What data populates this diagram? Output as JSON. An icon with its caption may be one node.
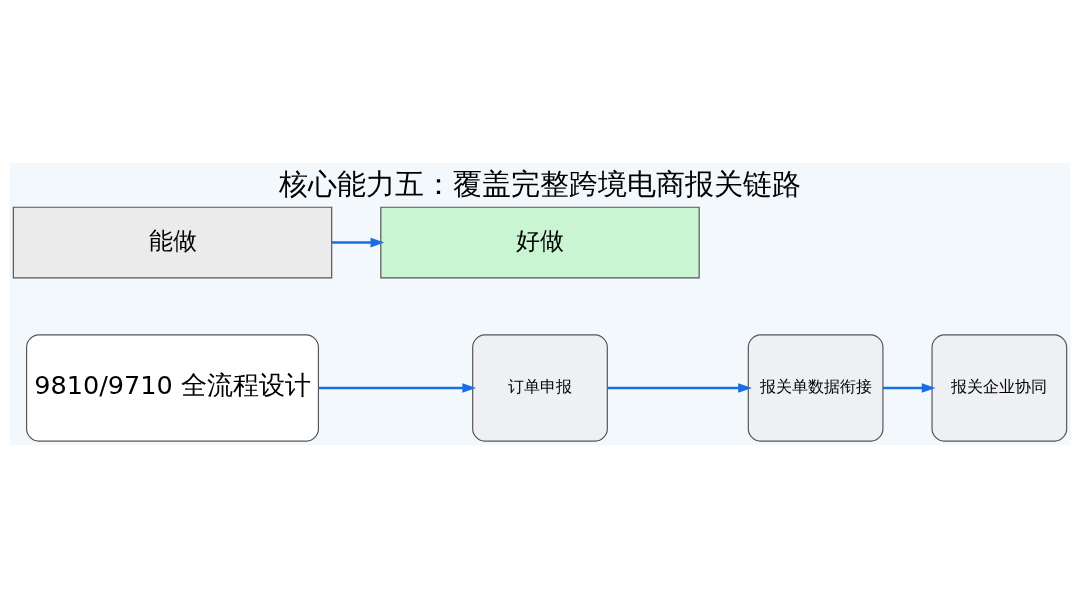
{
  "diagram": {
    "title": "核心能力五：覆盖完整跨境电商报关链路",
    "nodes": [
      {
        "text": [
          "9810/9710 全流程设计"
        ]
      },
      {
        "text": [
          "订单申报"
        ]
      },
      {
        "text": [
          "报关单数据衔接"
        ]
      },
      {
        "text": [
          "报关企业协同"
        ]
      },
      {
        "text": [
          "能做"
        ]
      },
      {
        "text": [
          "好做"
        ]
      }
    ],
    "edges": [
      {
        "from": 0,
        "to": 1,
        "arrow": "to"
      },
      {
        "from": 1,
        "to": 2,
        "arrow": "to"
      },
      {
        "from": 2,
        "to": 3,
        "arrow": "to"
      },
      {
        "from": 4,
        "to": 5,
        "arrow": "to"
      }
    ]
  }
}
